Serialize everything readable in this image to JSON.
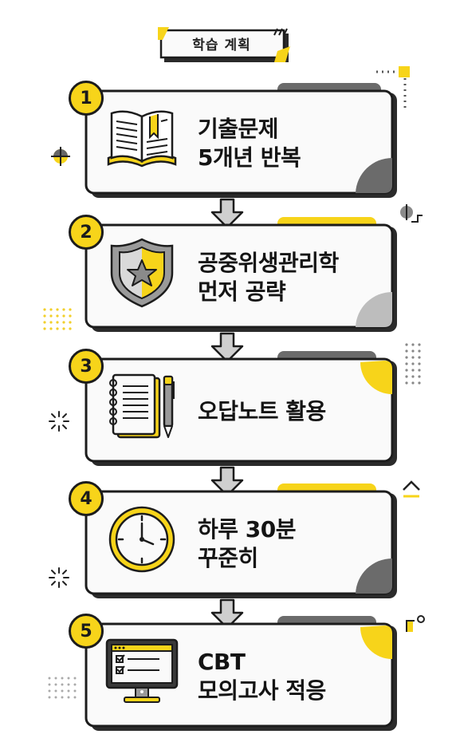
{
  "header": {
    "title": "학습 계획"
  },
  "steps": [
    {
      "number": "1",
      "line1": "기출문제",
      "line2": "5개년 반복",
      "icon": "open-book-icon"
    },
    {
      "number": "2",
      "line1": "공중위생관리학",
      "line2": "먼저 공략",
      "icon": "shield-star-icon"
    },
    {
      "number": "3",
      "line1": "오답노트 활용",
      "line2": "",
      "icon": "notebook-pen-icon"
    },
    {
      "number": "4",
      "line1": "하루 30분",
      "line2": "꾸준히",
      "icon": "clock-icon"
    },
    {
      "number": "5",
      "line1": "CBT",
      "line2": "모의고사 적응",
      "icon": "computer-checklist-icon"
    }
  ],
  "colors": {
    "accent": "#f7d41a",
    "ink": "#1c1c1c",
    "gray": "#6b6b6b",
    "arrow_gray": "#bdbdbd"
  }
}
